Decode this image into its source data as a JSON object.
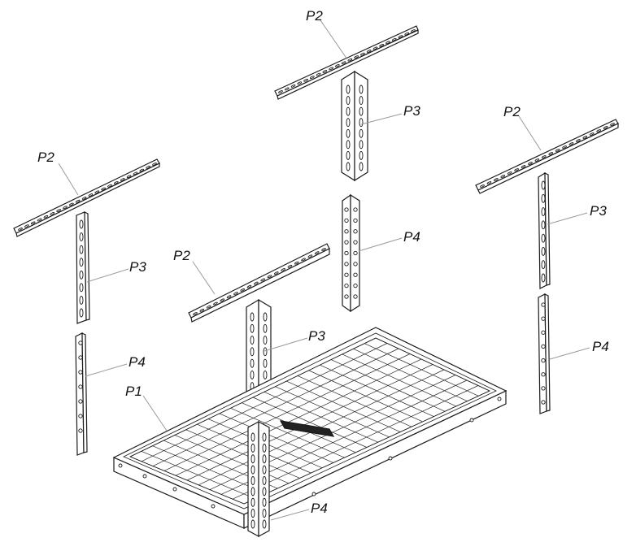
{
  "labels": {
    "p1": "P1",
    "p2_top": "P2",
    "p2_left": "P2",
    "p2_mid": "P2",
    "p2_right": "P2",
    "p3_top": "P3",
    "p3_left": "P3",
    "p3_mid": "P3",
    "p3_right": "P3",
    "p4_back": "P4",
    "p4_left": "P4",
    "p4_right": "P4",
    "p4_front": "P4"
  },
  "colors": {
    "line": "#1a1a1a",
    "leader": "#9a9a9a",
    "background": "#ffffff"
  }
}
